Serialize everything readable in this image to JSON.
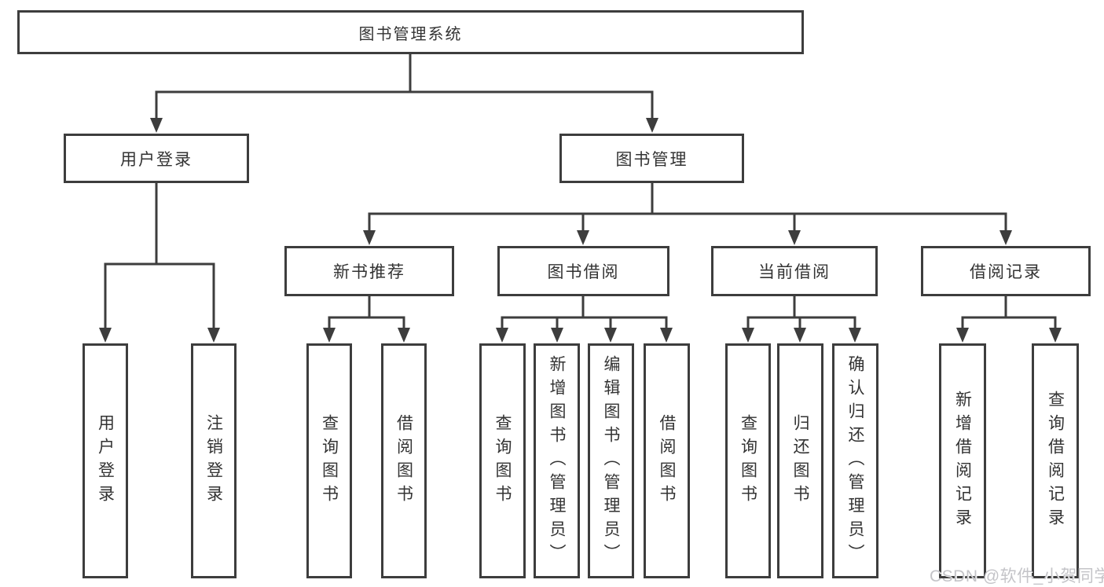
{
  "tree": {
    "root": "图书管理系统",
    "branches": [
      {
        "label": "用户登录",
        "children": [
          "用户登录",
          "注销登录"
        ]
      },
      {
        "label": "图书管理",
        "groups": [
          {
            "label": "新书推荐",
            "children": [
              "查询图书",
              "借阅图书"
            ]
          },
          {
            "label": "图书借阅",
            "children": [
              "查询图书",
              "新增图书（管理员）",
              "编辑图书（管理员）",
              "借阅图书"
            ]
          },
          {
            "label": "当前借阅",
            "children": [
              "查询图书",
              "归还图书",
              "确认归还（管理员）"
            ]
          },
          {
            "label": "借阅记录",
            "children": [
              "新增借阅记录",
              "查询借阅记录"
            ]
          }
        ]
      }
    ]
  },
  "watermark": {
    "text": "CSDN @软件_小贺同学"
  },
  "colors": {
    "line": "#3d3d3d",
    "text": "#333333",
    "background": "#ffffff",
    "watermark": "#c4c4c8"
  }
}
